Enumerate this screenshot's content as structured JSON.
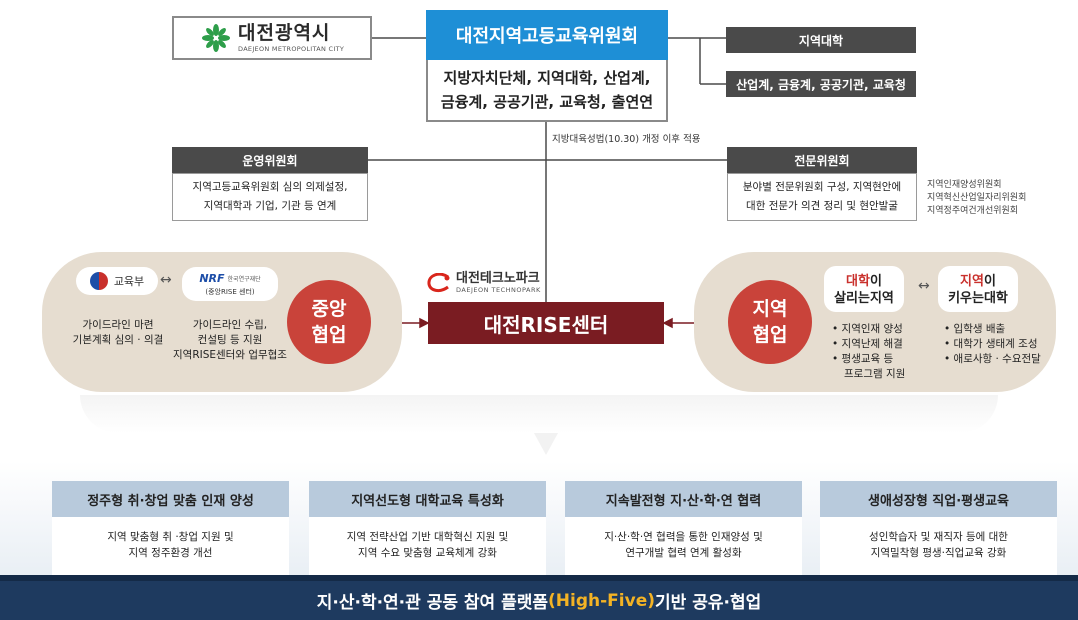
{
  "logo": {
    "name": "대전광역시",
    "subtitle": "DAEJEON METROPOLITAN CITY"
  },
  "headquarters": {
    "title": "대전지역고등교육위원회",
    "members_line1": "지방자치단체, 지역대학, 산업계,",
    "members_line2": "금융계, 공공기관, 교육청, 출연연"
  },
  "side_boxes": {
    "region_university": "지역대학",
    "industry": "산업계, 금융계, 공공기관, 교육청"
  },
  "law_note": "지방대육성법(10.30) 개정 이후 적용",
  "operating_committee": {
    "title": "운영위원회",
    "line1": "지역고등교육위원회 심의 의제설정,",
    "line2": "지역대학과 기업, 기관 등 연계"
  },
  "expert_committee": {
    "title": "전문위원회",
    "line1": "분야별 전문위원회 구성, 지역현안에",
    "line2": "대한 전문가 의견 정리 및 현안발굴"
  },
  "sub_committees": [
    "지역인재양성위원회",
    "지역혁신산업일자리위원회",
    "지역정주여건개선위원회"
  ],
  "central": {
    "moe_label": "교육부",
    "arrow": "↔",
    "nrf_logo": "NRF",
    "nrf_name": "한국연구재단",
    "nrf_sub": "(중앙RISE 센터)",
    "moe_desc_line1": "가이드라인 마련",
    "moe_desc_line2": "기본계획 심의 · 의결",
    "nrf_desc_line1": "가이드라인 수립,",
    "nrf_desc_line2": "컨설팅 등 지원",
    "nrf_desc_line3": "지역RISE센터와 업무협조",
    "circle_line1": "중앙",
    "circle_line2": "협업"
  },
  "technopark": {
    "name": "대전테크노파크",
    "subtitle": "DAEJEON TECHNOPARK"
  },
  "rise_center": "대전RISE센터",
  "regional": {
    "circle_line1": "지역",
    "circle_line2": "협업",
    "card1_red": "대학",
    "card1_rest1": "이",
    "card1_line2": "살리는지역",
    "card2_red": "지역",
    "card2_rest1": "이",
    "card2_line2": "키우는대학",
    "arrow": "↔",
    "bullets1": [
      "지역인재 양성",
      "지역난제 해결",
      "평생교육 등"
    ],
    "bullets1_cont": "프로그램 지원",
    "bullets2": [
      "입학생 배출",
      "대학가 생태계 조성",
      "애로사항 · 수요전달"
    ]
  },
  "columns": [
    {
      "title": "정주형 취·창업 맞춤 인재 양성",
      "line1": "지역 맞춤형 취 ·창업 지원 및",
      "line2": "지역 정주환경 개선"
    },
    {
      "title": "지역선도형 대학교육 특성화",
      "line1": "지역 전략산업 기반 대학혁신 지원 및",
      "line2": "지역 수요 맞춤형 교육체계 강화"
    },
    {
      "title": "지속발전형 지·산·학·연 협력",
      "line1": "지·산·학·연 협력을 통한 인재양성 및",
      "line2": "연구개발 협력 연계 활성화"
    },
    {
      "title": "생애성장형 직업·평생교육",
      "line1": "성인학습자 및 재직자 등에 대한",
      "line2": "지역밀착형 평생·직업교육 강화"
    }
  ],
  "footer": {
    "pre": "지·산·학·연·관 공동 참여 플랫폼",
    "highlight": "(High-Five)",
    "post": " 기반 공유·협업"
  },
  "colors": {
    "hq_blue": "#1e8fd6",
    "rise_maroon": "#7a1c22",
    "circle_red": "#c9433a",
    "footer_navy": "#1e3a5f",
    "highlight_gold": "#f4b324"
  }
}
